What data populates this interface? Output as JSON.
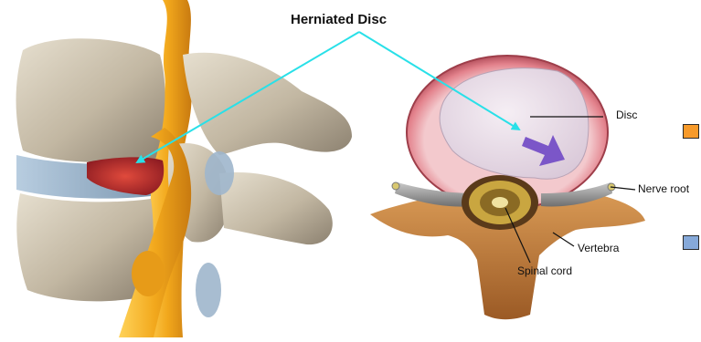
{
  "title": "Herniated Disc",
  "labels": {
    "disc": "Disc",
    "nerve_root": "Nerve root",
    "vertebra": "Vertebra",
    "spinal_cord": "Spinal cord"
  },
  "colors": {
    "pointer_arrow": "#29e0e8",
    "disc_outer": "#e3828c",
    "nucleus": "#e8dde6",
    "herniation_arrow": "#7b56c8",
    "bone": "#c7bca7",
    "vertebra_cross_section": "#c9783a",
    "nerve": "#f2a81c",
    "inflamed_area": "#c0292e",
    "swatch_1": "#f79a2a",
    "swatch_2": "#86a9d9"
  }
}
